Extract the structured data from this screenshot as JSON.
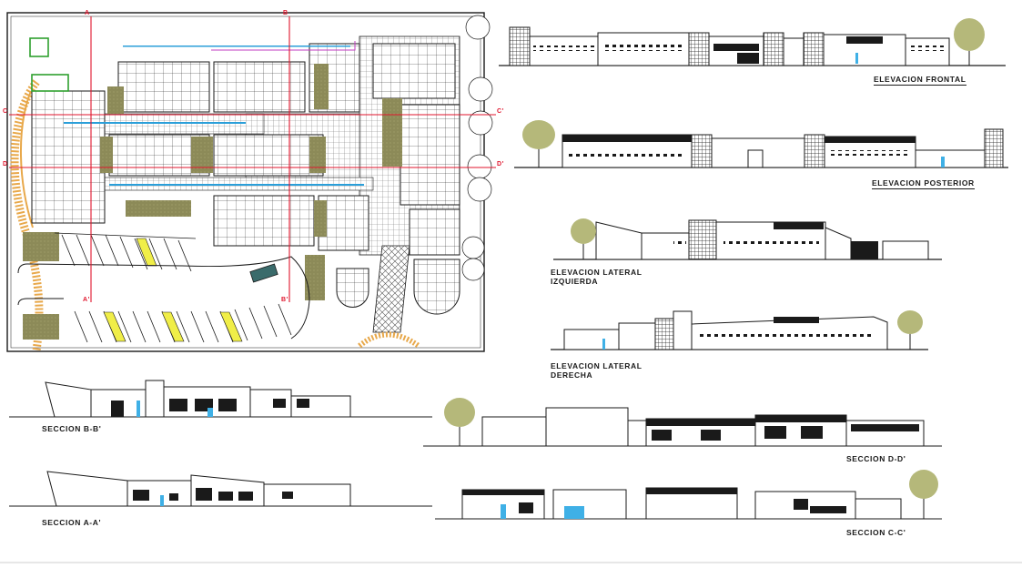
{
  "labels": {
    "elev_frontal": "ELEVACION FRONTAL",
    "elev_posterior": "ELEVACION POSTERIOR",
    "elev_izq_1": "ELEVACION LATERAL",
    "elev_izq_2": "IZQUIERDA",
    "elev_der_1": "ELEVACION LATERAL",
    "elev_der_2": "DERECHA",
    "sec_bb": "SECCION B-B'",
    "sec_aa": "SECCION A-A'",
    "sec_dd": "SECCION D-D'",
    "sec_cc": "SECCION C-C'"
  },
  "grid_marks": {
    "a_top": "A",
    "b_top": "B",
    "a_bottom": "A'",
    "b_bottom": "B'",
    "c_left": "C",
    "c_right": "C'",
    "d_left": "D",
    "d_right": "D'"
  },
  "colors": {
    "linework": "#1a1a1a",
    "section_cut": "#e0142c",
    "hatch_olive": "#8c8a58",
    "tree": "#b5b87a",
    "pavement": "#e8a84a",
    "glazing": "#3fb0e6",
    "dimension": "#2b9fd9",
    "tile_grid": "#7a7a7a",
    "parking_mark": "#f0ee48",
    "magenta": "#c23ec2",
    "green_block": "#2ea02e"
  }
}
